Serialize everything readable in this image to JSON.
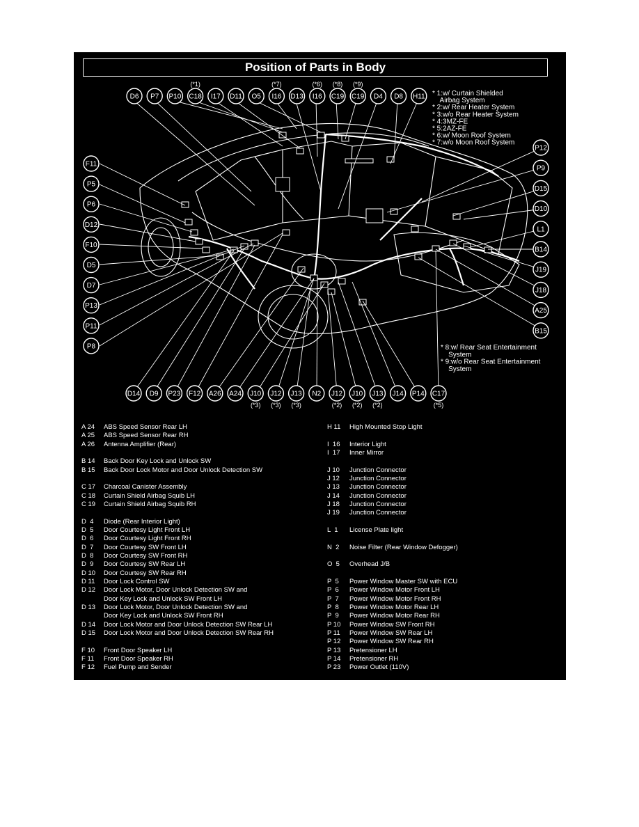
{
  "title": "Position of Parts in Body",
  "top_callouts": [
    {
      "code": "D6",
      "note": ""
    },
    {
      "code": "P7",
      "note": ""
    },
    {
      "code": "P10",
      "note": ""
    },
    {
      "code": "C18",
      "note": "(*1)"
    },
    {
      "code": "I17",
      "note": ""
    },
    {
      "code": "D11",
      "note": ""
    },
    {
      "code": "O5",
      "note": ""
    },
    {
      "code": "I16",
      "note": "(*7)"
    },
    {
      "code": "D13",
      "note": ""
    },
    {
      "code": "I16",
      "note": "(*6)"
    },
    {
      "code": "C19",
      "note": "(*8)"
    },
    {
      "code": "C19",
      "note": "(*9)"
    },
    {
      "code": "D4",
      "note": ""
    },
    {
      "code": "D8",
      "note": ""
    },
    {
      "code": "H11",
      "note": ""
    }
  ],
  "left_callouts": [
    "F11",
    "P5",
    "P6",
    "D12",
    "F10",
    "D5",
    "D7",
    "P13",
    "P11",
    "P8"
  ],
  "right_callouts": [
    "P12",
    "P9",
    "D15",
    "D10",
    "L1",
    "B14",
    "J19",
    "J18",
    "A25",
    "B15"
  ],
  "bottom_callouts": [
    {
      "code": "D14",
      "note": ""
    },
    {
      "code": "D9",
      "note": ""
    },
    {
      "code": "P23",
      "note": ""
    },
    {
      "code": "F12",
      "note": ""
    },
    {
      "code": "A26",
      "note": ""
    },
    {
      "code": "A24",
      "note": ""
    },
    {
      "code": "J10",
      "note": "(*3)"
    },
    {
      "code": "J12",
      "note": "(*3)"
    },
    {
      "code": "J13",
      "note": "(*3)"
    },
    {
      "code": "N2",
      "note": ""
    },
    {
      "code": "J12",
      "note": "(*2)"
    },
    {
      "code": "J10",
      "note": "(*2)"
    },
    {
      "code": "J13",
      "note": "(*2)"
    },
    {
      "code": "J14",
      "note": ""
    },
    {
      "code": "P14",
      "note": ""
    },
    {
      "code": "C17",
      "note": "(*5)"
    }
  ],
  "notes_top": [
    "* 1:w/ Curtain Shielded",
    "    Airbag System",
    "* 2:w/ Rear Heater System",
    "* 3:w/o Rear Heater System",
    "* 4:3MZ-FE",
    "* 5:2AZ-FE",
    "* 6:w/ Moon Roof System",
    "* 7:w/o Moon Roof System"
  ],
  "notes_bottom": [
    "* 8:w/ Rear Seat Entertainment",
    "    System",
    "* 9:w/o Rear Seat Entertainment",
    "    System"
  ],
  "parts_left": [
    {
      "code": "A 24",
      "name": "ABS Speed Sensor Rear LH"
    },
    {
      "code": "A 25",
      "name": "ABS Speed Sensor Rear RH"
    },
    {
      "code": "A 26",
      "name": "Antenna Amplifier (Rear)"
    },
    {
      "code": "",
      "name": ""
    },
    {
      "code": "B 14",
      "name": "Back Door Key Lock and Unlock SW"
    },
    {
      "code": "B 15",
      "name": "Back Door Lock Motor and Door Unlock Detection SW"
    },
    {
      "code": "",
      "name": ""
    },
    {
      "code": "C 17",
      "name": "Charcoal Canister Assembly"
    },
    {
      "code": "C 18",
      "name": "Curtain Shield Airbag Squib LH"
    },
    {
      "code": "C 19",
      "name": "Curtain Shield Airbag Squib RH"
    },
    {
      "code": "",
      "name": ""
    },
    {
      "code": "D  4",
      "name": "Diode (Rear Interior Light)"
    },
    {
      "code": "D  5",
      "name": "Door Courtesy Light Front LH"
    },
    {
      "code": "D  6",
      "name": "Door Courtesy Light Front RH"
    },
    {
      "code": "D  7",
      "name": "Door Courtesy SW Front LH"
    },
    {
      "code": "D  8",
      "name": "Door Courtesy SW Front RH"
    },
    {
      "code": "D  9",
      "name": "Door Courtesy SW Rear LH"
    },
    {
      "code": "D 10",
      "name": "Door Courtesy SW Rear RH"
    },
    {
      "code": "D 11",
      "name": "Door Lock Control SW"
    },
    {
      "code": "D 12",
      "name": "Door Lock Motor, Door Unlock Detection SW and"
    },
    {
      "code": "",
      "name": "Door Key Lock and Unlock SW Front LH"
    },
    {
      "code": "D 13",
      "name": "Door Lock Motor, Door Unlock Detection SW and"
    },
    {
      "code": "",
      "name": "Door Key Lock and Unlock SW Front RH"
    },
    {
      "code": "D 14",
      "name": "Door Lock Motor and Door Unlock Detection SW Rear LH"
    },
    {
      "code": "D 15",
      "name": "Door Lock Motor and Door Unlock Detection SW Rear RH"
    },
    {
      "code": "",
      "name": ""
    },
    {
      "code": "F 10",
      "name": "Front Door Speaker LH"
    },
    {
      "code": "F 11",
      "name": "Front Door Speaker RH"
    },
    {
      "code": "F 12",
      "name": "Fuel Pump and Sender"
    }
  ],
  "parts_right": [
    {
      "code": "H 11",
      "name": "High Mounted Stop Light"
    },
    {
      "code": "",
      "name": ""
    },
    {
      "code": "I  16",
      "name": "Interior Light"
    },
    {
      "code": "I  17",
      "name": "Inner Mirror"
    },
    {
      "code": "",
      "name": ""
    },
    {
      "code": "J 10",
      "name": "Junction Connector"
    },
    {
      "code": "J 12",
      "name": "Junction Connector"
    },
    {
      "code": "J 13",
      "name": "Junction Connector"
    },
    {
      "code": "J 14",
      "name": "Junction Connector"
    },
    {
      "code": "J 18",
      "name": "Junction Connector"
    },
    {
      "code": "J 19",
      "name": "Junction Connector"
    },
    {
      "code": "",
      "name": ""
    },
    {
      "code": "L  1",
      "name": "License Plate light"
    },
    {
      "code": "",
      "name": ""
    },
    {
      "code": "N  2",
      "name": "Noise Filter (Rear Window Defogger)"
    },
    {
      "code": "",
      "name": ""
    },
    {
      "code": "O  5",
      "name": "Overhead J/B"
    },
    {
      "code": "",
      "name": ""
    },
    {
      "code": "P  5",
      "name": "Power Window Master SW with ECU"
    },
    {
      "code": "P  6",
      "name": "Power Window Motor Front LH"
    },
    {
      "code": "P  7",
      "name": "Power Window Motor Front RH"
    },
    {
      "code": "P  8",
      "name": "Power Window Motor Rear LH"
    },
    {
      "code": "P  9",
      "name": "Power Window Motor Rear RH"
    },
    {
      "code": "P 10",
      "name": "Power Window SW Front RH"
    },
    {
      "code": "P 11",
      "name": "Power Window SW Rear LH"
    },
    {
      "code": "P 12",
      "name": "Power Window SW Rear RH"
    },
    {
      "code": "P 13",
      "name": "Pretensioner LH"
    },
    {
      "code": "P 14",
      "name": "Pretensioner RH"
    },
    {
      "code": "P 23",
      "name": "Power Outlet (110V)"
    }
  ]
}
